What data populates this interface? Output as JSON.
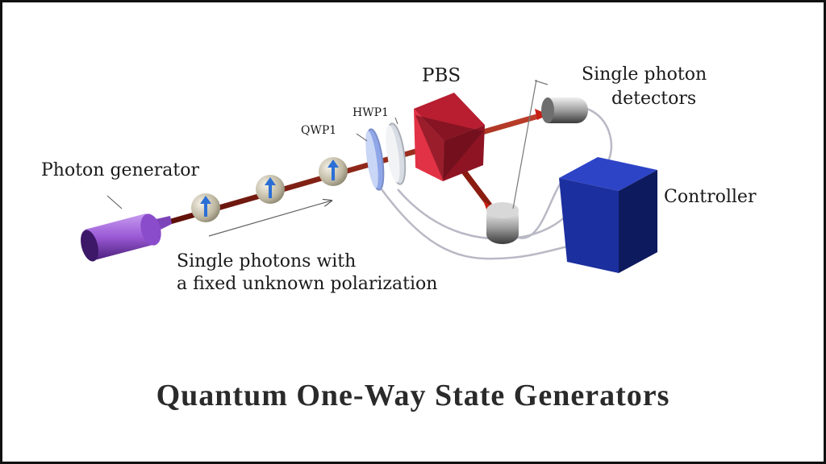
{
  "labels": {
    "photon_generator": "Photon generator",
    "qwp": "QWP1",
    "hwp": "HWP1",
    "pbs": "PBS",
    "detectors_line1": "Single photon",
    "detectors_line2": "detectors",
    "controller": "Controller",
    "photons_line1": "Single photons with",
    "photons_line2": "a fixed unknown polarization"
  },
  "caption": "Quantum One-Way State Generators",
  "colors": {
    "laser": "#8a1c10",
    "generator": "#9b59d6",
    "pbs": "#d92a3a",
    "controller": "#1a2fa8",
    "detector": "#8c8c8c",
    "waveplate": "#dfe6f2"
  }
}
